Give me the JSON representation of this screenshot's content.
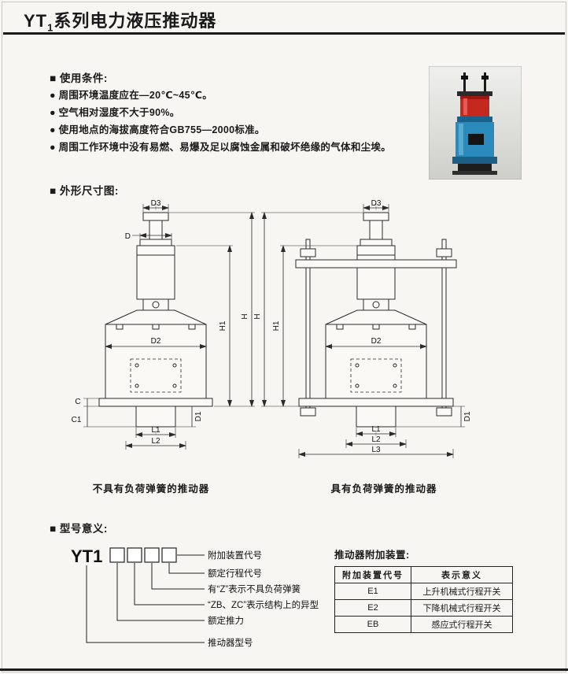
{
  "header": {
    "title_prefix": "YT",
    "title_sub": "1",
    "title_suffix": "系列电力液压推动器"
  },
  "usage": {
    "heading": "■ 使用条件:",
    "items": [
      "● 周围环境温度应在—20℃~45℃。",
      "● 空气相对湿度不大于90%。",
      "● 使用地点的海拔高度符合GB755—2000标准。",
      "● 周围工作环境中没有易燃、易爆及足以腐蚀金属和破坏绝缘的气体和尘埃。"
    ]
  },
  "outline": {
    "heading": "■ 外形尺寸图:",
    "left_caption": "不具有负荷弹簧的推动器",
    "right_caption": "具有负荷弹簧的推动器"
  },
  "dims": {
    "D3": "D3",
    "D": "D",
    "H1": "H1",
    "H": "H",
    "D2": "D2",
    "C": "C",
    "C1": "C1",
    "L1": "L1",
    "L2": "L2",
    "L3": "L3",
    "D1": "D1"
  },
  "model": {
    "heading": "■ 型号意义:",
    "code": "YT1",
    "callouts": [
      "附加装置代号",
      "额定行程代号",
      "有“Z”表示不具负荷弹簧",
      "“ZB、ZC”表示结构上的异型",
      "额定推力",
      "推动器型号"
    ]
  },
  "attachments": {
    "title": "推动器附加装置:",
    "headers": [
      "附加装置代号",
      "表示意义"
    ],
    "rows": [
      [
        "E1",
        "上升机械式行程开关"
      ],
      [
        "E2",
        "下降机械式行程开关"
      ],
      [
        "EB",
        "感应式行程开关"
      ]
    ]
  }
}
